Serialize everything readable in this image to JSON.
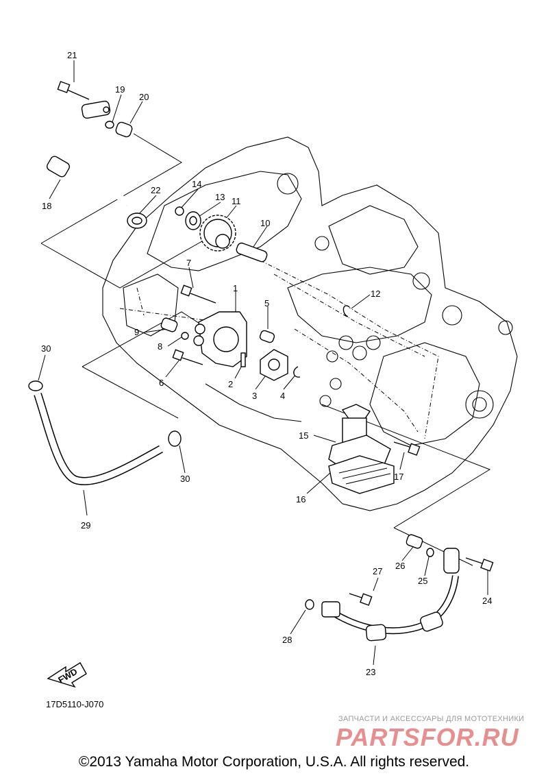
{
  "callouts": [
    {
      "id": "c1",
      "text": "1"
    },
    {
      "id": "c2",
      "text": "2"
    },
    {
      "id": "c3",
      "text": "3"
    },
    {
      "id": "c4",
      "text": "4"
    },
    {
      "id": "c5",
      "text": "5"
    },
    {
      "id": "c6",
      "text": "6"
    },
    {
      "id": "c7",
      "text": "7"
    },
    {
      "id": "c8",
      "text": "8"
    },
    {
      "id": "c9",
      "text": "9"
    },
    {
      "id": "c10",
      "text": "10"
    },
    {
      "id": "c11",
      "text": "11"
    },
    {
      "id": "c12",
      "text": "12"
    },
    {
      "id": "c13",
      "text": "13"
    },
    {
      "id": "c14",
      "text": "14"
    },
    {
      "id": "c15",
      "text": "15"
    },
    {
      "id": "c16",
      "text": "16"
    },
    {
      "id": "c17",
      "text": "17"
    },
    {
      "id": "c18",
      "text": "18"
    },
    {
      "id": "c19",
      "text": "19"
    },
    {
      "id": "c20",
      "text": "20"
    },
    {
      "id": "c21",
      "text": "21"
    },
    {
      "id": "c22",
      "text": "22"
    },
    {
      "id": "c23",
      "text": "23"
    },
    {
      "id": "c24",
      "text": "24"
    },
    {
      "id": "c25",
      "text": "25"
    },
    {
      "id": "c26",
      "text": "26"
    },
    {
      "id": "c27",
      "text": "27"
    },
    {
      "id": "c28",
      "text": "28"
    },
    {
      "id": "c29",
      "text": "29"
    },
    {
      "id": "c30a",
      "text": "30"
    },
    {
      "id": "c30b",
      "text": "30"
    }
  ],
  "fwd_label": "FWD",
  "diagram_code": "17D5110-J070",
  "watermark": {
    "tagline": "ЗАПЧАСТИ И АКСЕССУАРЫ ДЛЯ МОТОТЕХНИКИ",
    "logo": "PARTSFOR.RU"
  },
  "copyright": "©2013 Yamaha Motor Corporation, U.S.A. All rights reserved."
}
